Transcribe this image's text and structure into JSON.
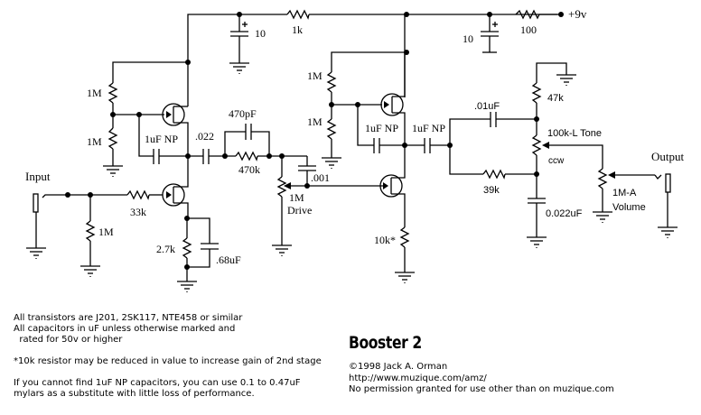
{
  "title": "Booster 2",
  "supply": {
    "label": "+9v"
  },
  "jacks": {
    "input": "Input",
    "output": "Output"
  },
  "components": {
    "r_supply_100": "100",
    "r_supply_1k": "1k",
    "c_supply_10a": "10",
    "c_supply_10b": "10",
    "r_bias1_top": "1M",
    "r_bias1_bot": "1M",
    "r_input_1M": "1M",
    "r_input_33k": "33k",
    "r_source_2k7": "2.7k",
    "c_source_068": ".68uF",
    "c_fb1": "1uF NP",
    "c_coupling_022": ".022",
    "c_470pF": "470pF",
    "r_470k": "470k",
    "c_001": ".001",
    "pot_drive_value": "1M",
    "pot_drive_name": "Drive",
    "r_bias2_top": "1M",
    "r_bias2_bot": "1M",
    "c_fb2": "1uF NP",
    "c_out_np": "1uF NP",
    "r_10k": "10k*",
    "c_01uF": ".01uF",
    "r_39k": "39k",
    "r_47k": "47k",
    "pot_tone": "100k-L  Tone",
    "pot_tone_ccw": "ccw",
    "c_0022uF": "0.022uF",
    "pot_volume_value": "1M-A",
    "pot_volume_name": "Volume"
  },
  "notes": [
    "All transistors are J201, 2SK117, NTE458 or similar",
    "All capacitors in uF unless otherwise marked and",
    "  rated for 50v or higher",
    "",
    "*10k resistor may be reduced in value to increase gain of 2nd stage",
    "",
    "If you cannot find 1uF NP capacitors, you can use 0.1 to 0.47uF",
    "mylars as a substitute with little loss of performance."
  ],
  "credits": [
    "©1998 Jack A. Orman",
    "http://www.muzique.com/amz/",
    "No permission granted for use other than on muzique.com"
  ]
}
